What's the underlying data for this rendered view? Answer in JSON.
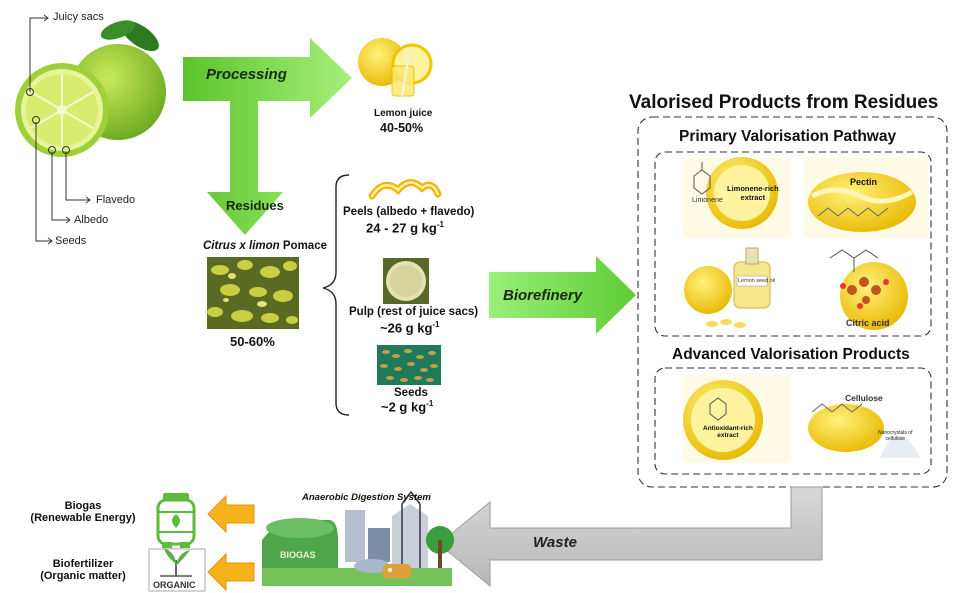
{
  "lemon_parts": {
    "juicy_sacs": "Juicy sacs",
    "flavedo": "Flavedo",
    "albedo": "Albedo",
    "seeds": "Seeds"
  },
  "processing": {
    "label": "Processing",
    "product_label": "Lemon juice",
    "product_share": "40-50%"
  },
  "residues": {
    "label": "Residues",
    "pomace_italic": "Citrus x limon",
    "pomace_rest": "Pomace",
    "pomace_share": "50-60%"
  },
  "fractions": {
    "peels_label": "Peels (albedo + flavedo)",
    "peels_value": "24 - 27 g kg",
    "pulp_label": "Pulp (rest of juice sacs)",
    "pulp_value": "~26 g kg",
    "seeds_label": "Seeds",
    "seeds_value": "~2 g kg",
    "unit_exponent": "-1"
  },
  "biorefinery": {
    "label": "Biorefinery"
  },
  "valorised": {
    "title": "Valorised Products from Residues",
    "primary_title": "Primary Valorisation Pathway",
    "limonene_line1": "Limonene-rich",
    "limonene_line2": "extract",
    "limonene_struct": "Limonene",
    "pectin": "Pectin",
    "oil_label": "Lemon seed oil",
    "citric": "Citric acid",
    "advanced_title": "Advanced Valorisation Products",
    "antiox_line1": "Antioxidant-rich",
    "antiox_line2": "extract",
    "cellulose": "Cellulose",
    "nano_line1": "Nanocrystals of",
    "nano_line2": "cellulose"
  },
  "waste": {
    "label": "Waste",
    "system_label": "Anaerobic Digestion System",
    "biogas_sign": "BIOGAS",
    "organic_sign": "ORGANIC"
  },
  "outputs": {
    "biogas_line1": "Biogas",
    "biogas_line2": "(Renewable Energy)",
    "fert_line1": "Biofertilizer",
    "fert_line2": "(Organic matter)"
  },
  "colors": {
    "green_arrow": "#66cc33",
    "light_green_arrow": "#88ee66",
    "gray_arrow": "#c8c8c8",
    "orange_arrow": "#f5b21a",
    "lemon": "#f5d21c"
  }
}
